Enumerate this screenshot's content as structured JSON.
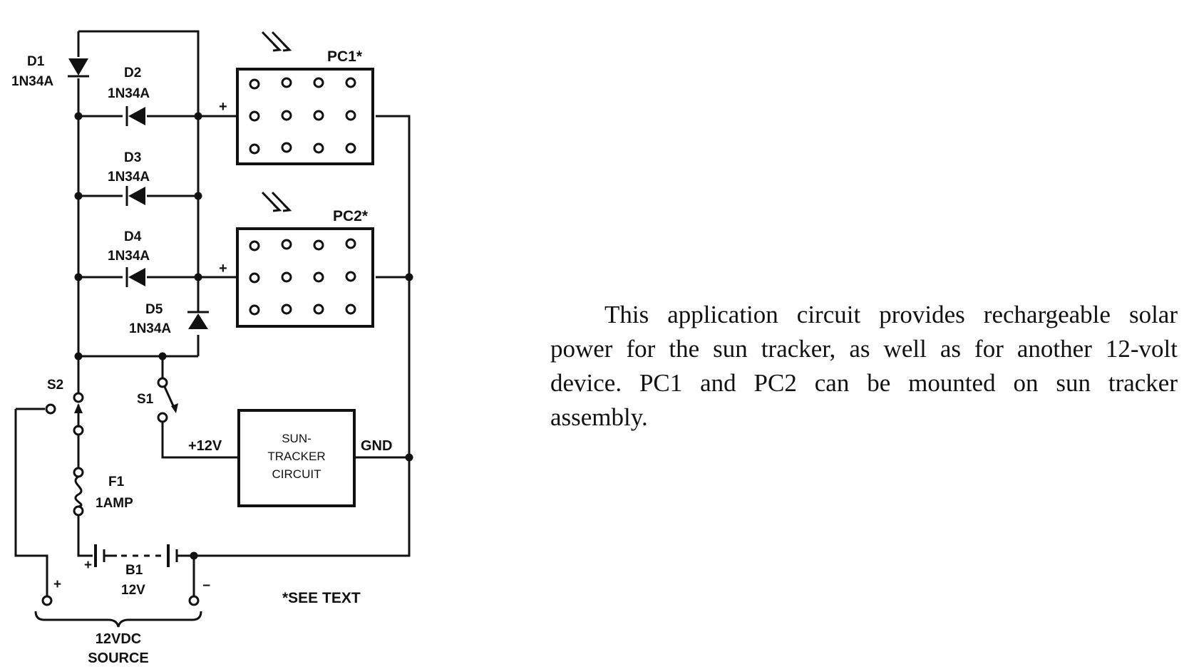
{
  "labels": {
    "d1_name": "D1",
    "d1_part": "1N34A",
    "d2_name": "D2",
    "d2_part": "1N34A",
    "d3_name": "D3",
    "d3_part": "1N34A",
    "d4_name": "D4",
    "d4_part": "1N34A",
    "d5_name": "D5",
    "d5_part": "1N34A",
    "pc1": "PC1*",
    "pc2": "PC2*",
    "plus": "+",
    "minus": "−",
    "s1": "S1",
    "s2": "S2",
    "f1_name": "F1",
    "f1_rating": "1AMP",
    "b1_name": "B1",
    "b1_voltage": "12V",
    "v12": "+12V",
    "gnd": "GND",
    "block_line1": "SUN-",
    "block_line2": "TRACKER",
    "block_line3": "CIRCUIT",
    "see_text": "*SEE TEXT",
    "source_line1": "12VDC",
    "source_line2": "SOURCE"
  },
  "caption": "This application circuit provides rechargeable solar power for the sun tracker, as well as for another 12-volt device. PC1 and PC2 can be mounted on sun tracker assembly."
}
